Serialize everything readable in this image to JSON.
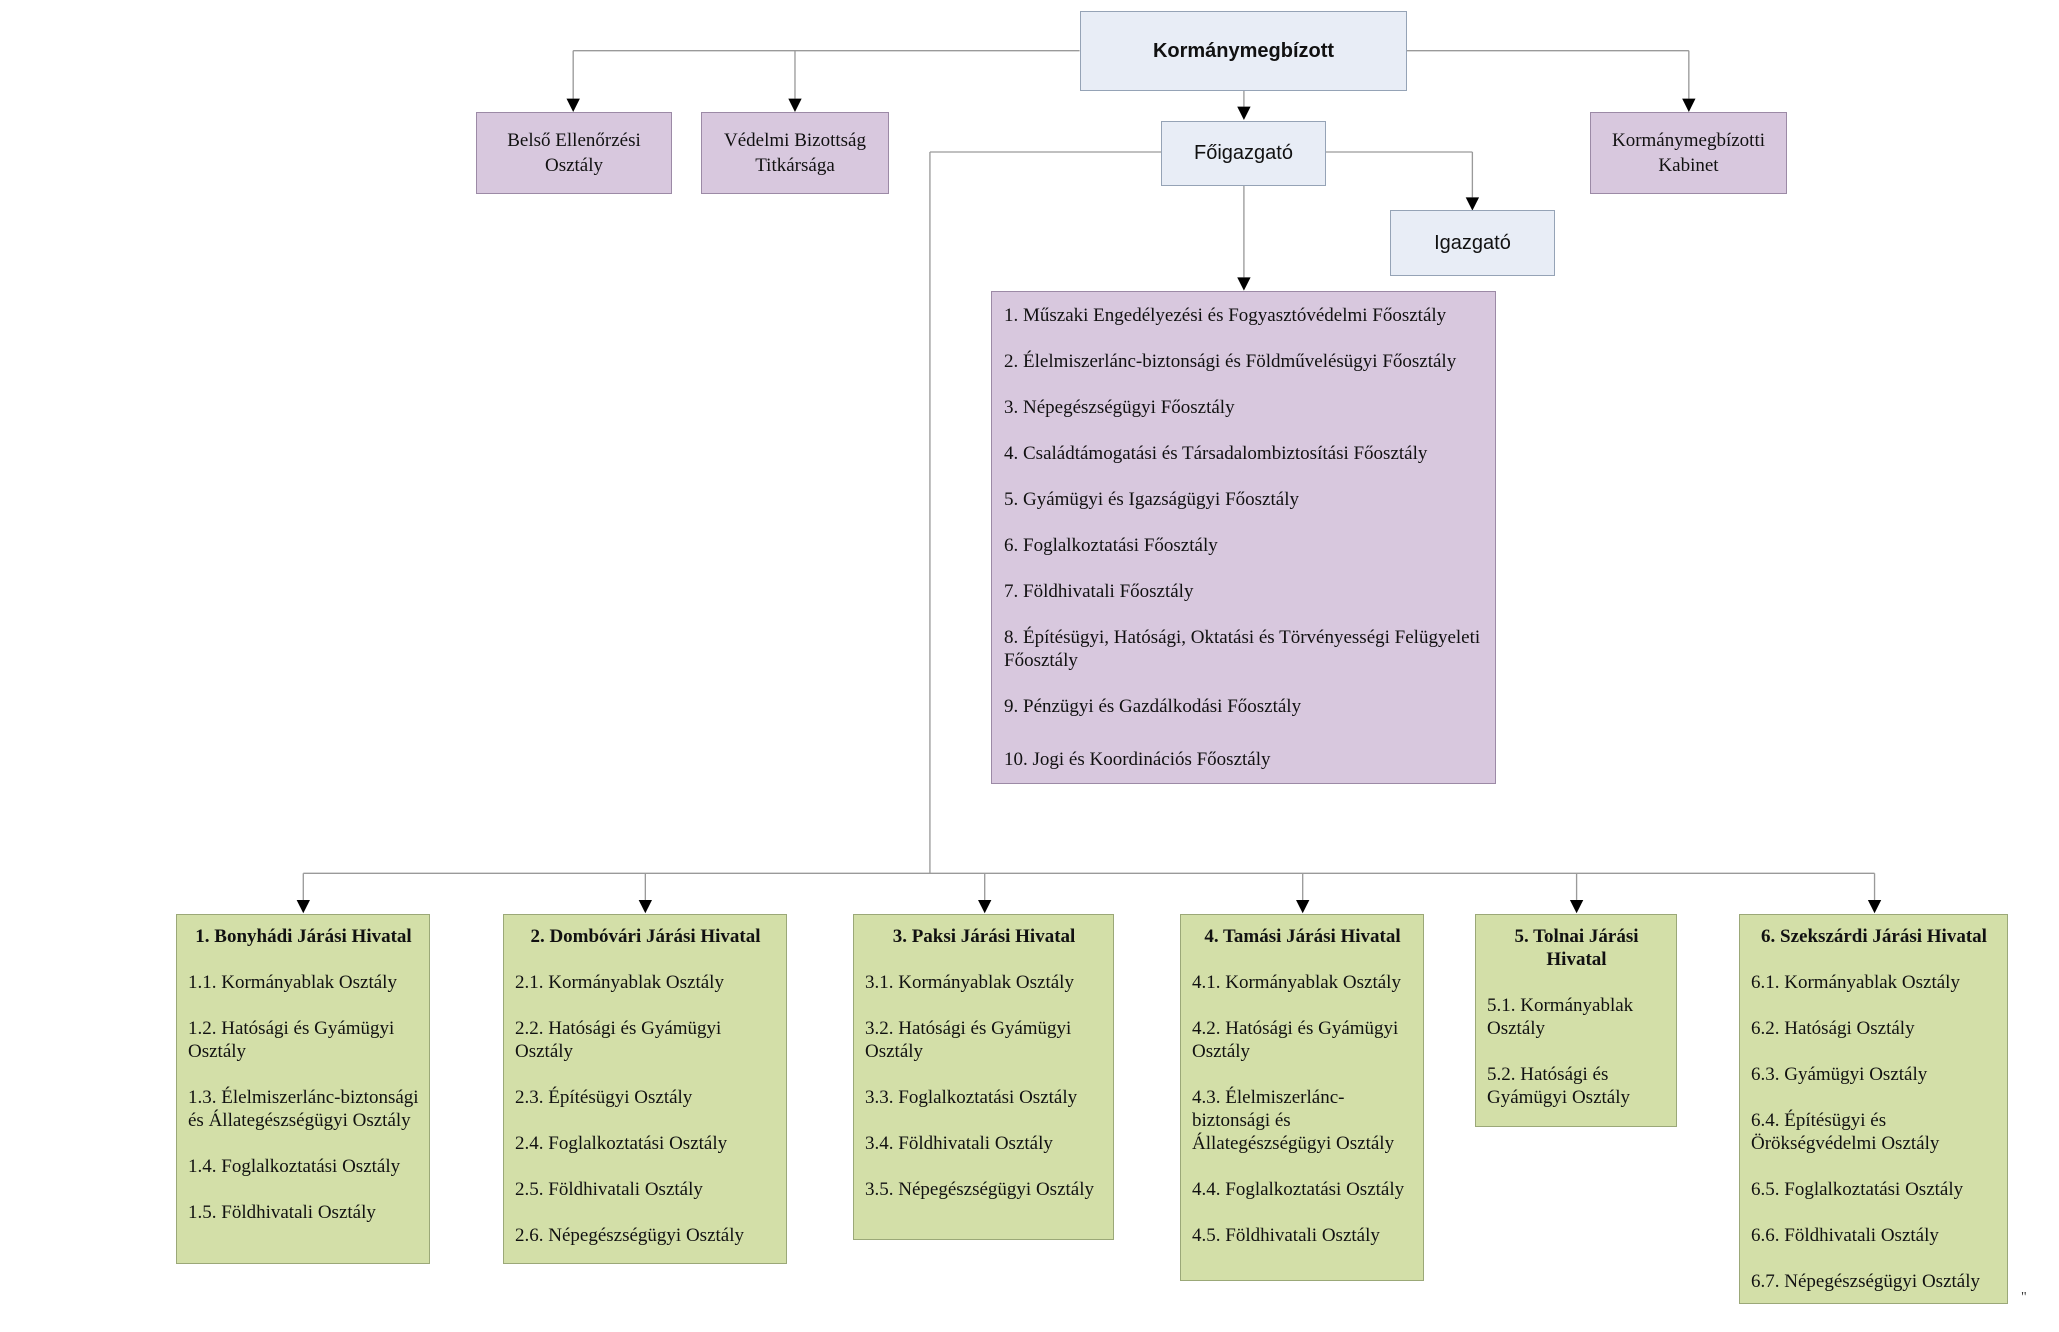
{
  "top": {
    "governor": "Kormánymegbízott",
    "internal_audit": "Belső Ellenőrzési Osztály",
    "defense_secretariat": "Védelmi Bizottság Titkársága",
    "cabinet": "Kormánymegbízotti Kabinet",
    "director_general": "Főigazgató",
    "director": "Igazgató"
  },
  "departments": [
    "1. Műszaki Engedélyezési és Fogyasztóvédelmi Főosztály",
    "2. Élelmiszerlánc-biztonsági és Földművelésügyi Főosztály",
    "3. Népegészségügyi Főosztály",
    "4. Családtámogatási és Társadalombiztosítási Főosztály",
    "5. Gyámügyi és Igazságügyi Főosztály",
    "6. Foglalkoztatási Főosztály",
    "7. Földhivatali Főosztály",
    "8. Építésügyi, Hatósági, Oktatási és Törvényességi Felügyeleti Főosztály",
    "9. Pénzügyi és Gazdálkodási Főosztály",
    "10. Jogi és Koordinációs Főosztály"
  ],
  "district_offices": [
    {
      "title": "1. Bonyhádi Járási Hivatal",
      "items": [
        "1.1. Kormányablak Osztály",
        "1.2. Hatósági és Gyámügyi Osztály",
        "1.3. Élelmiszerlánc-biztonsági és Állategészségügyi Osztály",
        "1.4. Foglalkoztatási Osztály",
        "1.5. Földhivatali Osztály"
      ]
    },
    {
      "title": "2. Dombóvári Járási Hivatal",
      "items": [
        "2.1. Kormányablak Osztály",
        "2.2. Hatósági és Gyámügyi Osztály",
        "2.3. Építésügyi Osztály",
        "2.4. Foglalkoztatási Osztály",
        "2.5. Földhivatali Osztály",
        "2.6. Népegészségügyi Osztály"
      ]
    },
    {
      "title": "3. Paksi Járási Hivatal",
      "items": [
        "3.1. Kormányablak Osztály",
        "3.2. Hatósági és Gyámügyi Osztály",
        "3.3. Foglalkoztatási Osztály",
        "3.4. Földhivatali Osztály",
        "3.5. Népegészségügyi Osztály"
      ]
    },
    {
      "title": "4. Tamási Járási Hivatal",
      "items": [
        "4.1. Kormányablak Osztály",
        "4.2. Hatósági és Gyámügyi Osztály",
        "4.3. Élelmiszerlánc-biztonsági és Állategészségügyi Osztály",
        "4.4. Foglalkoztatási Osztály",
        "4.5. Földhivatali Osztály"
      ]
    },
    {
      "title": "5. Tolnai Járási Hivatal",
      "items": [
        "5.1. Kormányablak Osztály",
        "5.2. Hatósági és Gyámügyi Osztály"
      ]
    },
    {
      "title": "6. Szekszárdi Járási Hivatal",
      "items": [
        "6.1. Kormányablak Osztály",
        "6.2. Hatósági Osztály",
        "6.3. Gyámügyi Osztály",
        "6.4. Építésügyi és Örökségvédelmi Osztály",
        "6.5. Foglalkoztatási Osztály",
        "6.6. Földhivatali Osztály",
        "6.7. Népegészségügyi Osztály"
      ]
    }
  ],
  "corner_mark": "\""
}
